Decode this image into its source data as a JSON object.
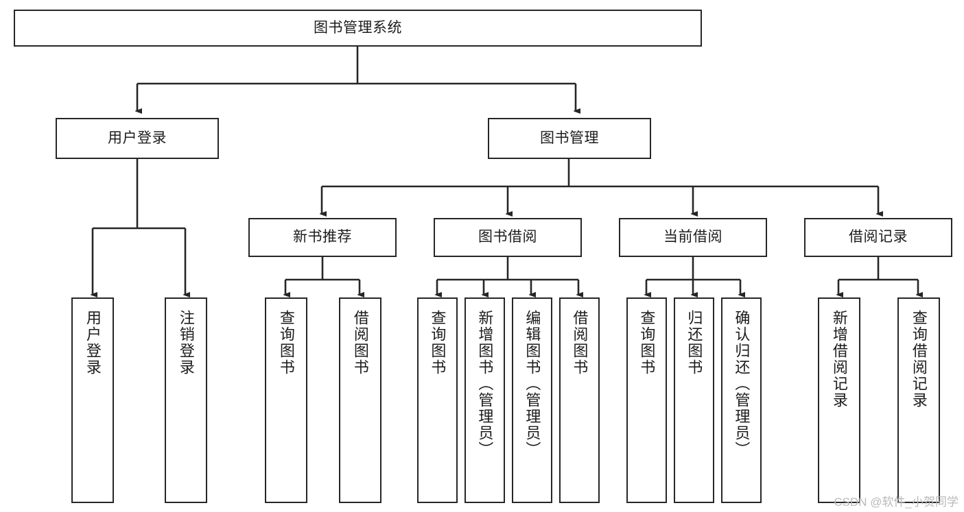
{
  "diagram": {
    "type": "tree",
    "title": "图书管理系统",
    "watermark": "CSDN @软件_小贺同学",
    "colors": {
      "stroke": "#262626",
      "fill": "#ffffff",
      "text": "#1c1c1c",
      "watermark": "#b9b9b9"
    },
    "nodes": {
      "root": "图书管理系统",
      "level1": [
        "用户登录",
        "图书管理"
      ],
      "level2": [
        "新书推荐",
        "图书借阅",
        "当前借阅",
        "借阅记录"
      ],
      "leaves_user_login": [
        "用户登录",
        "注销登录"
      ],
      "leaves_new_book": [
        "查询图书",
        "借阅图书"
      ],
      "leaves_borrow": [
        "查询图书",
        "新增图书（管理员）",
        "编辑图书（管理员）",
        "借阅图书"
      ],
      "leaves_current": [
        "查询图书",
        "归还图书",
        "确认归还（管理员）"
      ],
      "leaves_records": [
        "新增借阅记录",
        "查询借阅记录"
      ]
    }
  }
}
